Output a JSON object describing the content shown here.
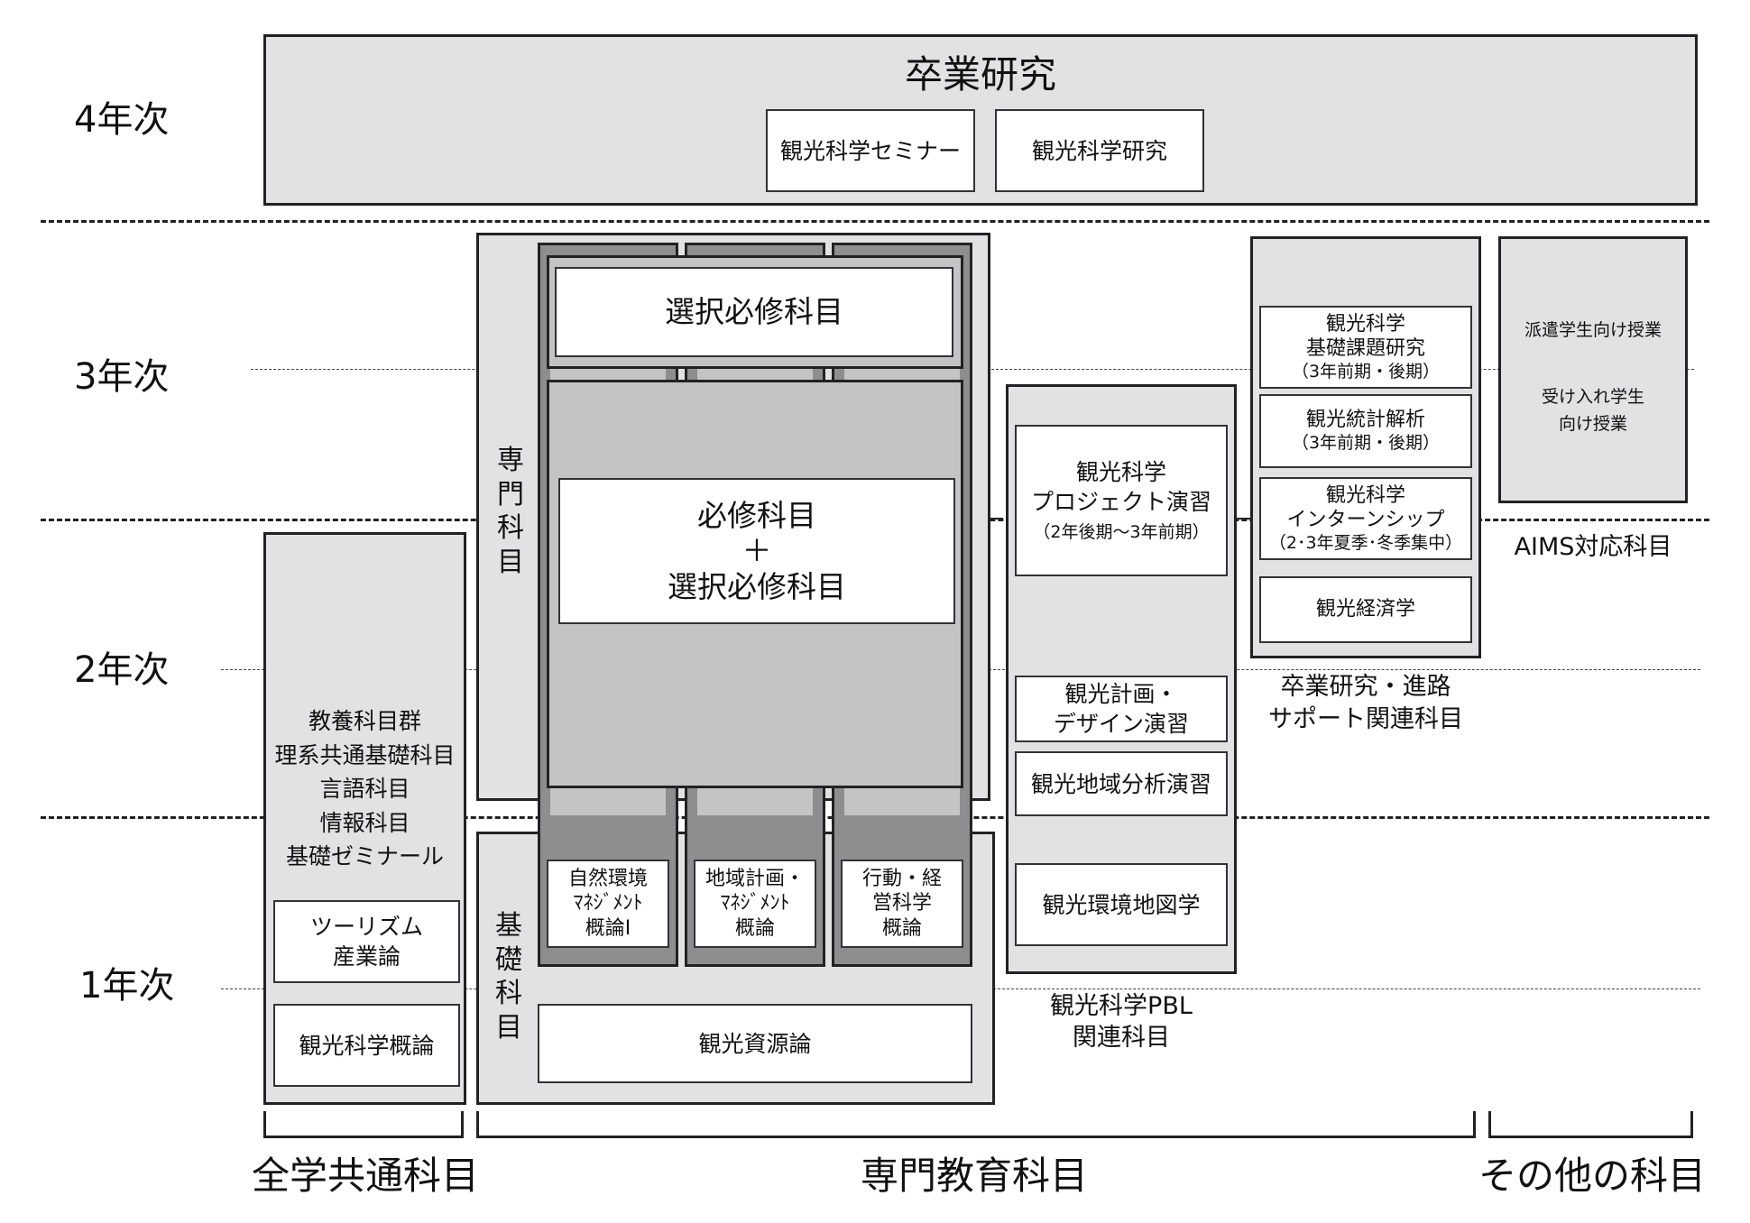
{
  "years": {
    "y4": "4年次",
    "y3": "3年次",
    "y2": "2年次",
    "y1": "1年次"
  },
  "graduation": {
    "title": "卒業研究",
    "seminar": "観光科学セミナー",
    "research": "観光科学研究"
  },
  "major": {
    "senmon_label": "専門科目",
    "kiso_label": "基礎科目",
    "elective_required": "選択必修科目",
    "required_plus": "必修科目\n＋\n選択必修科目",
    "intro_nature": "自然環境\nﾏﾈｼﾞﾒﾝﾄ\n概論Ⅰ",
    "intro_regional": "地域計画・\nﾏﾈｼﾞﾒﾝﾄ\n概論",
    "intro_behavior": "行動・経\n営科学\n概論",
    "resources": "観光資源論"
  },
  "common": {
    "list": "教養科目群\n理系共通基礎科目\n言語科目\n情報科目\n基礎ゼミナール",
    "tourism_industry": "ツーリズム\n産業論",
    "intro_tourism": "観光科学概論"
  },
  "pbl": {
    "project": "観光科学\nプロジェクト演習",
    "project_term": "（2年後期〜3年前期）",
    "planning": "観光計画・\nデザイン演習",
    "regional_analysis": "観光地域分析演習",
    "env_map": "観光環境地図学",
    "label": "観光科学PBL\n関連科目"
  },
  "support": {
    "basic_research": "観光科学\n基礎課題研究",
    "basic_research_term": "（3年前期・後期）",
    "statistics": "観光統計解析",
    "statistics_term": "（3年前期・後期）",
    "internship": "観光科学\nインターンシップ",
    "internship_term": "（2･3年夏季･冬季集中）",
    "economics": "観光経済学",
    "label": "卒業研究・進路\nサポート関連科目"
  },
  "aims": {
    "dispatch": "派遣学生向け授業",
    "accept": "受け入れ学生\n向け授業",
    "label": "AIMS対応科目"
  },
  "categories": {
    "common": "全学共通科目",
    "major": "専門教育科目",
    "other": "その他の科目"
  }
}
